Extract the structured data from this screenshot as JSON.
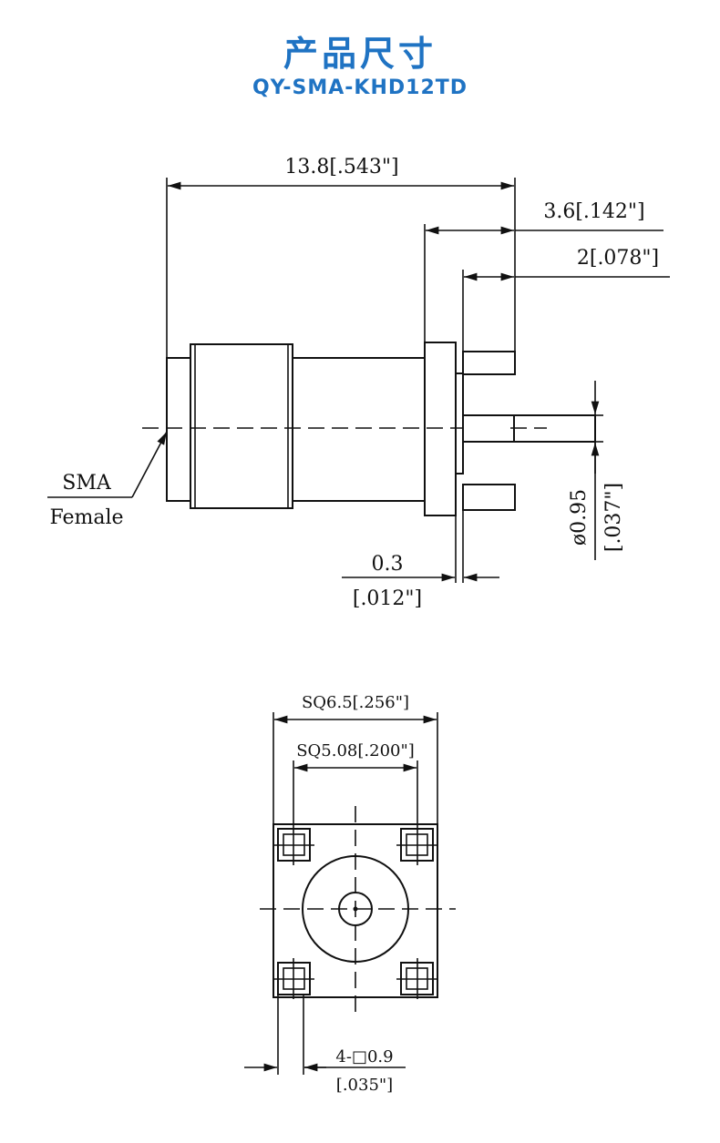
{
  "header": {
    "title": "产品尺寸",
    "model": "QY-SMA-KHD12TD"
  },
  "side_view": {
    "dim_length": "13.8[.543\"]",
    "dim_flange": "3.6[.142\"]",
    "dim_pin_offset": "2[.078\"]",
    "dim_thickness_mm": "0.3",
    "dim_thickness_in": "[.012\"]",
    "dim_pin_dia_mm": "ø0.95",
    "dim_pin_dia_in": "[.037\"]",
    "label_sma": "SMA",
    "label_female": "Female"
  },
  "front_view": {
    "dim_outer": "SQ6.5[.256\"]",
    "dim_inner": "SQ5.08[.200\"]",
    "dim_pin_mm": "4-□0.9",
    "dim_pin_in": "[.035\"]"
  },
  "colors": {
    "accent": "#1f73c3",
    "line": "#111111"
  }
}
